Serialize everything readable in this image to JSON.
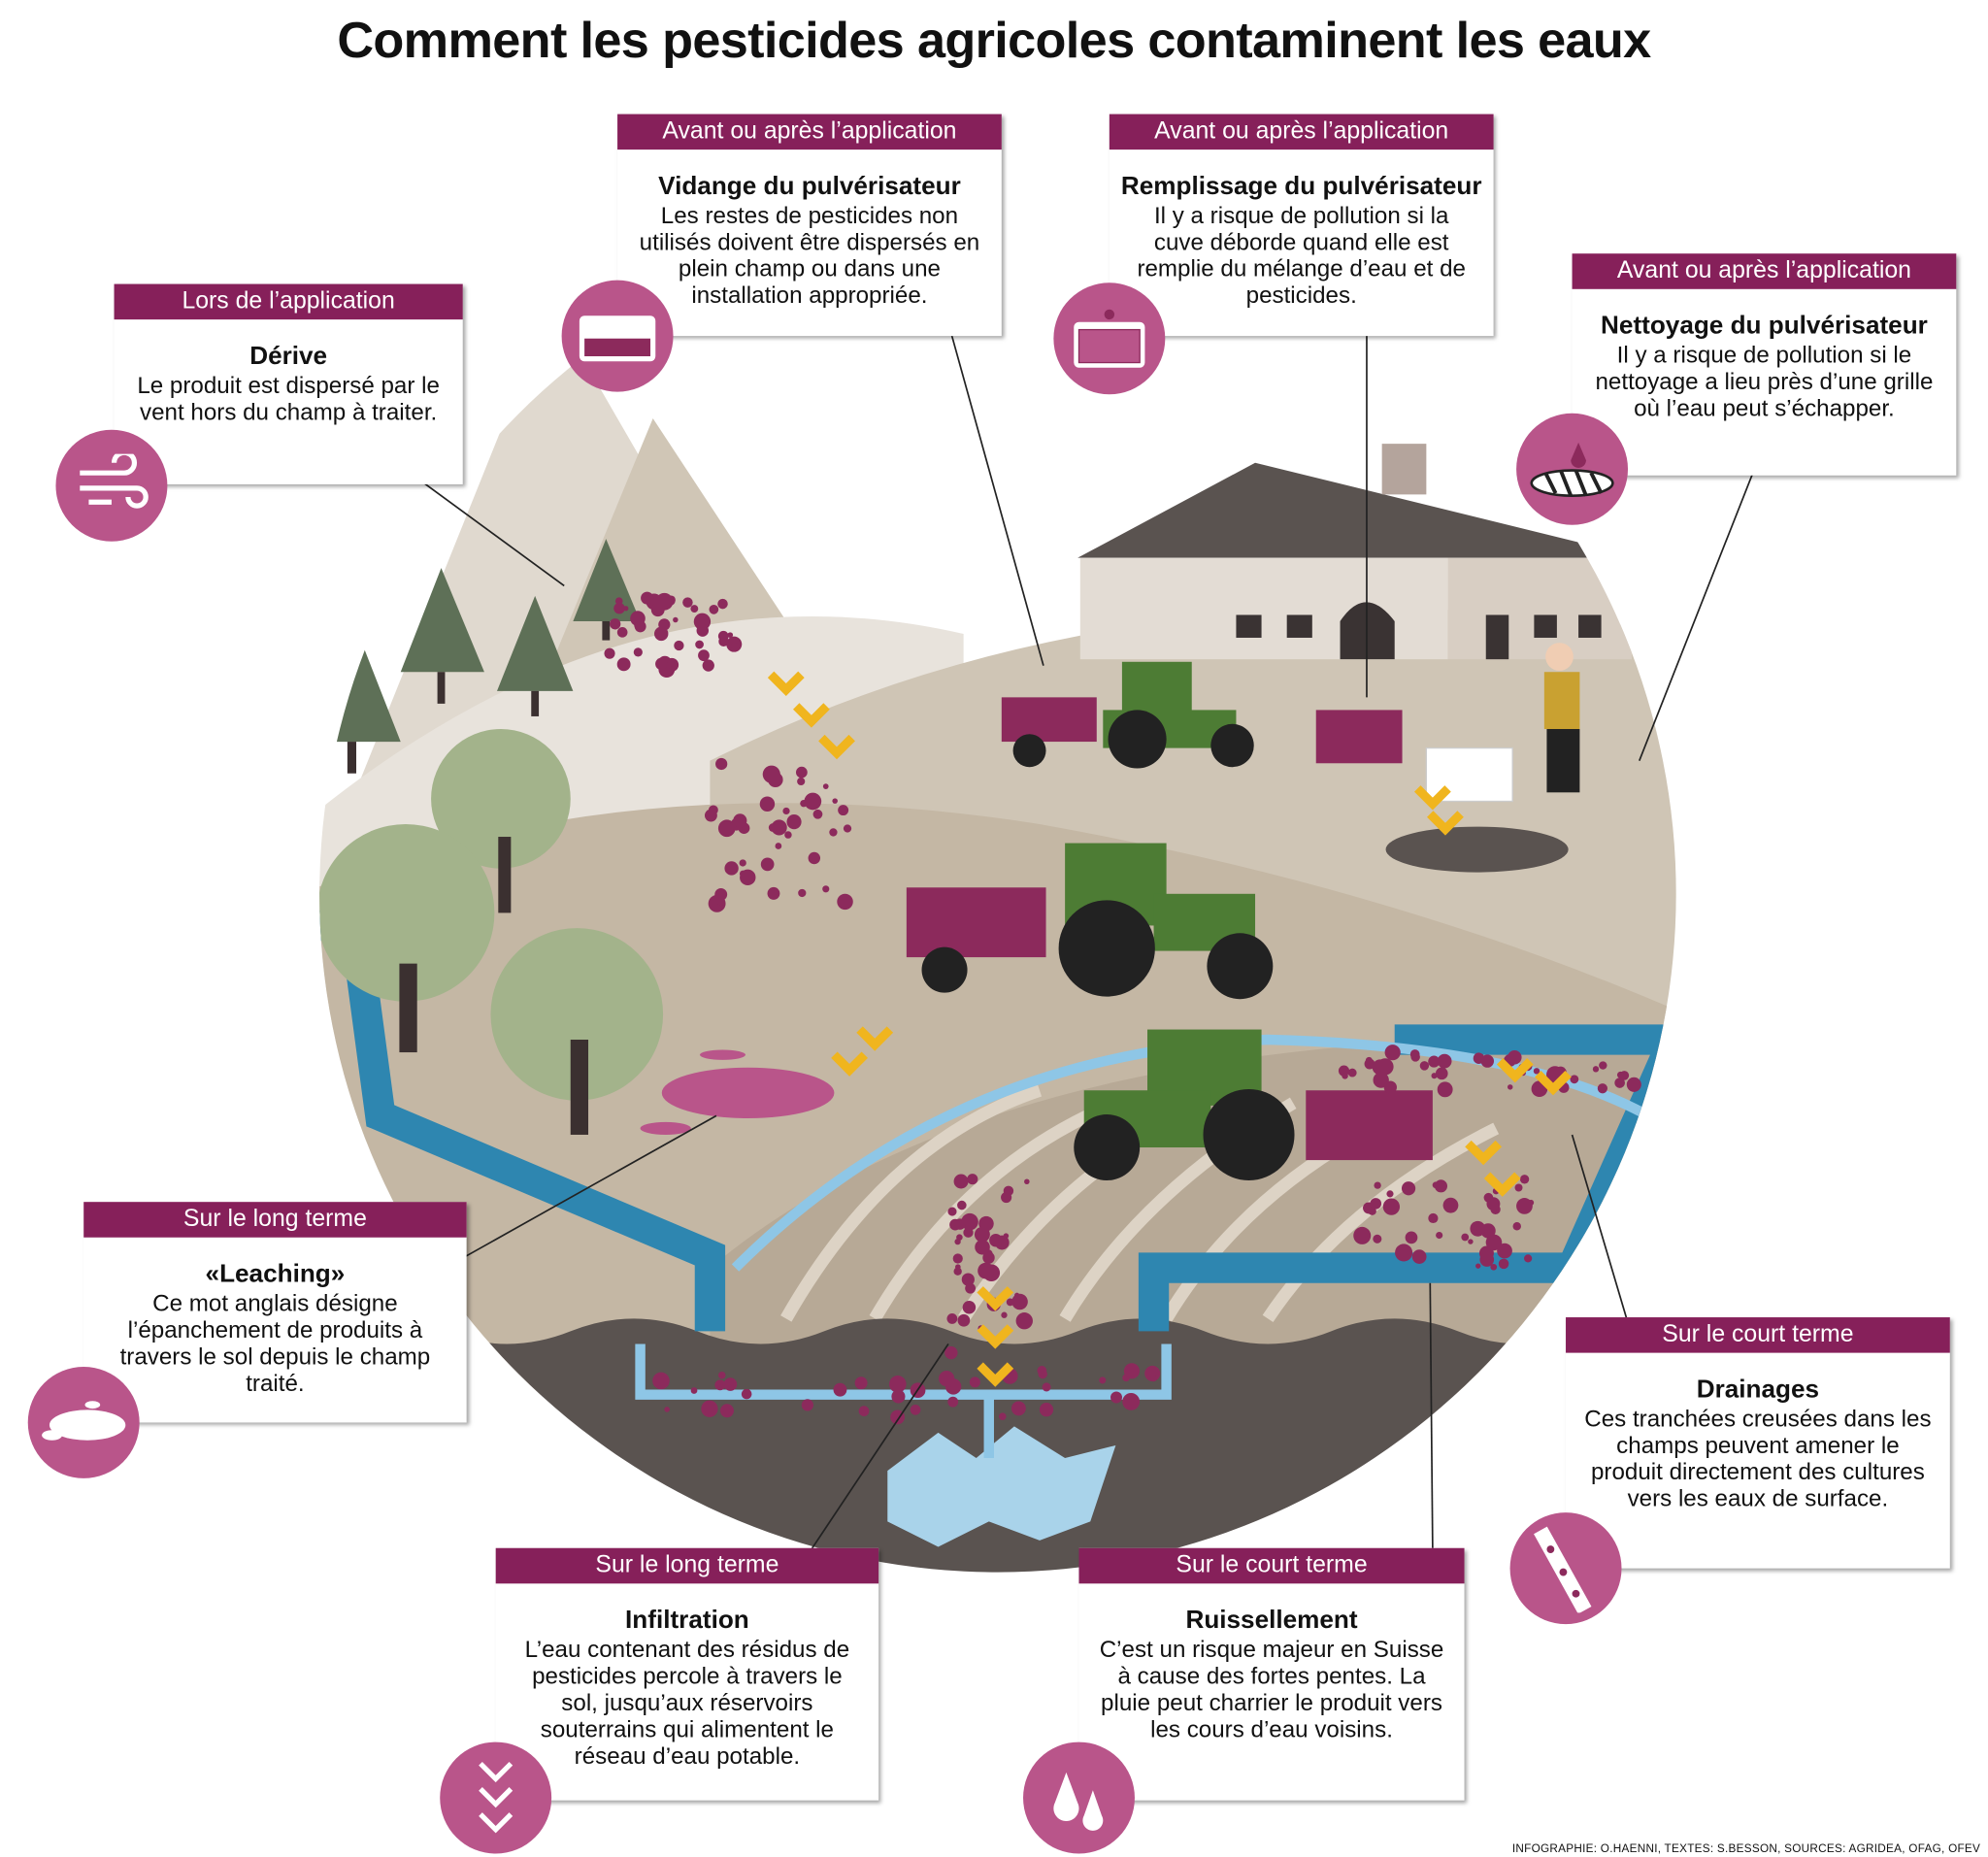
{
  "title": "Comment les pesticides agricoles contaminent les eaux",
  "boxes": [
    {
      "header": "Lors de l’application",
      "title": "Dérive",
      "body": "Le produit est dispersé par le vent hors du champ à traiter.",
      "icon": "wind-icon"
    },
    {
      "header": "Avant ou après l’application",
      "title": "Vidange du pulvérisateur",
      "body": "Les restes de pesticides non utilisés doivent être dispersés en plein champ ou dans une installation appropriée.",
      "icon": "tank-icon"
    },
    {
      "header": "Avant ou après l’application",
      "title": "Remplissage du pulvérisateur",
      "body": "Il y a risque de pollution si la cuve déborde quand elle est remplie du mélange d’eau et de pesticides.",
      "icon": "tank-fill-icon"
    },
    {
      "header": "Avant ou après l’application",
      "title": "Nettoyage du pulvérisateur",
      "body": "Il y a risque de pollution si le nettoyage a lieu près d’une grille où l’eau peut s’échapper.",
      "icon": "drain-grate-icon"
    },
    {
      "header": "Sur le long terme",
      "title": "«Leaching»",
      "body": "Ce mot anglais désigne l’épanchement de produits à travers le sol depuis le champ traité.",
      "icon": "puddle-icon"
    },
    {
      "header": "Sur le long terme",
      "title": "Infiltration",
      "body": "L’eau contenant des résidus de pesticides percole à travers le sol, jusqu’aux réservoirs souterrains qui alimentent le réseau d’eau potable.",
      "icon": "chevrons-down-icon"
    },
    {
      "header": "Sur le court terme",
      "title": "Ruissellement",
      "body": "C’est un risque majeur en Suisse à cause des fortes pentes. La pluie peut charrier le produit vers les cours d’eau voisins.",
      "icon": "droplets-icon"
    },
    {
      "header": "Sur le court terme",
      "title": "Drainages",
      "body": "Ces tranchées creusées dans les champs peuvent amener le produit directement des cultures vers les eaux de surface.",
      "icon": "drain-pipe-icon"
    }
  ],
  "credit": "INFOGRAPHIE: O.HAENNI, TEXTES: S.BESSON, SOURCES: AGRIDEA, OFAG, OFEV",
  "colors": {
    "header": "#86205a",
    "icon": "#b9558a",
    "pesticide": "#8c2a5c",
    "water": "#2e86b0",
    "chevron": "#f0b51e"
  }
}
